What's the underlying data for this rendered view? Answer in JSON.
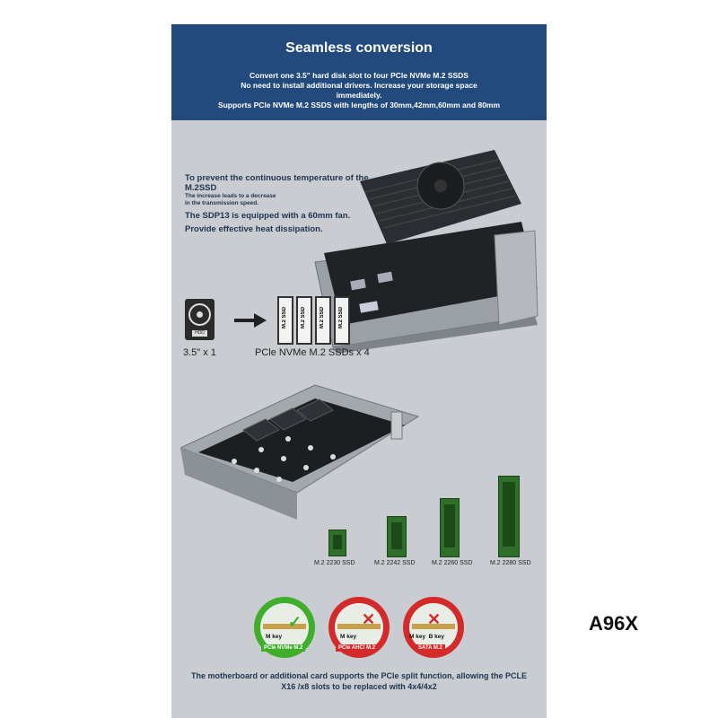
{
  "banner": {
    "title": "Seamless conversion",
    "lines": [
      "Convert one 3.5\" hard disk slot to four PCle NVMe M.2 SSDS",
      "No need to install additional drivers. Increase your storage space",
      "immediately.",
      "Supports PCle NVMe M.2 SSDS with lengths of 30mm,42mm,60mm and 80mm"
    ]
  },
  "heat": {
    "line1": "To prevent the continuous temperature of the",
    "line2": "M.2SSD",
    "small1": "The increase leads to a decrease",
    "small2": "in the transmission speed.",
    "line3": "The SDP13 is equipped with a 60mm fan.",
    "line4": "Provide effective heat dissipation."
  },
  "conversion": {
    "hdd_icon_text": "HDD",
    "hdd_label": "3.5\" x 1",
    "ssd_icon_text": "M.2 SSD",
    "ssd_label": "PCle NVMe M.2 SSDs x 4"
  },
  "sizes": [
    "M.2 2230 SSD",
    "M.2 2242 SSD",
    "M.2 2260 SSD",
    "M.2 2280 SSD"
  ],
  "badges": [
    {
      "key": "M key",
      "type": "PCle NVMe M.2",
      "ok": true,
      "color": "#3fae2a"
    },
    {
      "key": "M key",
      "type": "PCle AHCI M.2",
      "ok": false,
      "color": "#d42a2a"
    },
    {
      "key": "M key  B key",
      "type": "SATA M.2",
      "ok": false,
      "color": "#d42a2a"
    }
  ],
  "bottom": {
    "line1": "The motherboard or additional card supports the PCle split function, allowing the PCLE",
    "line2": "X16 /x8 slots to be replaced with 4x4/4x2"
  },
  "brand": "A96X"
}
